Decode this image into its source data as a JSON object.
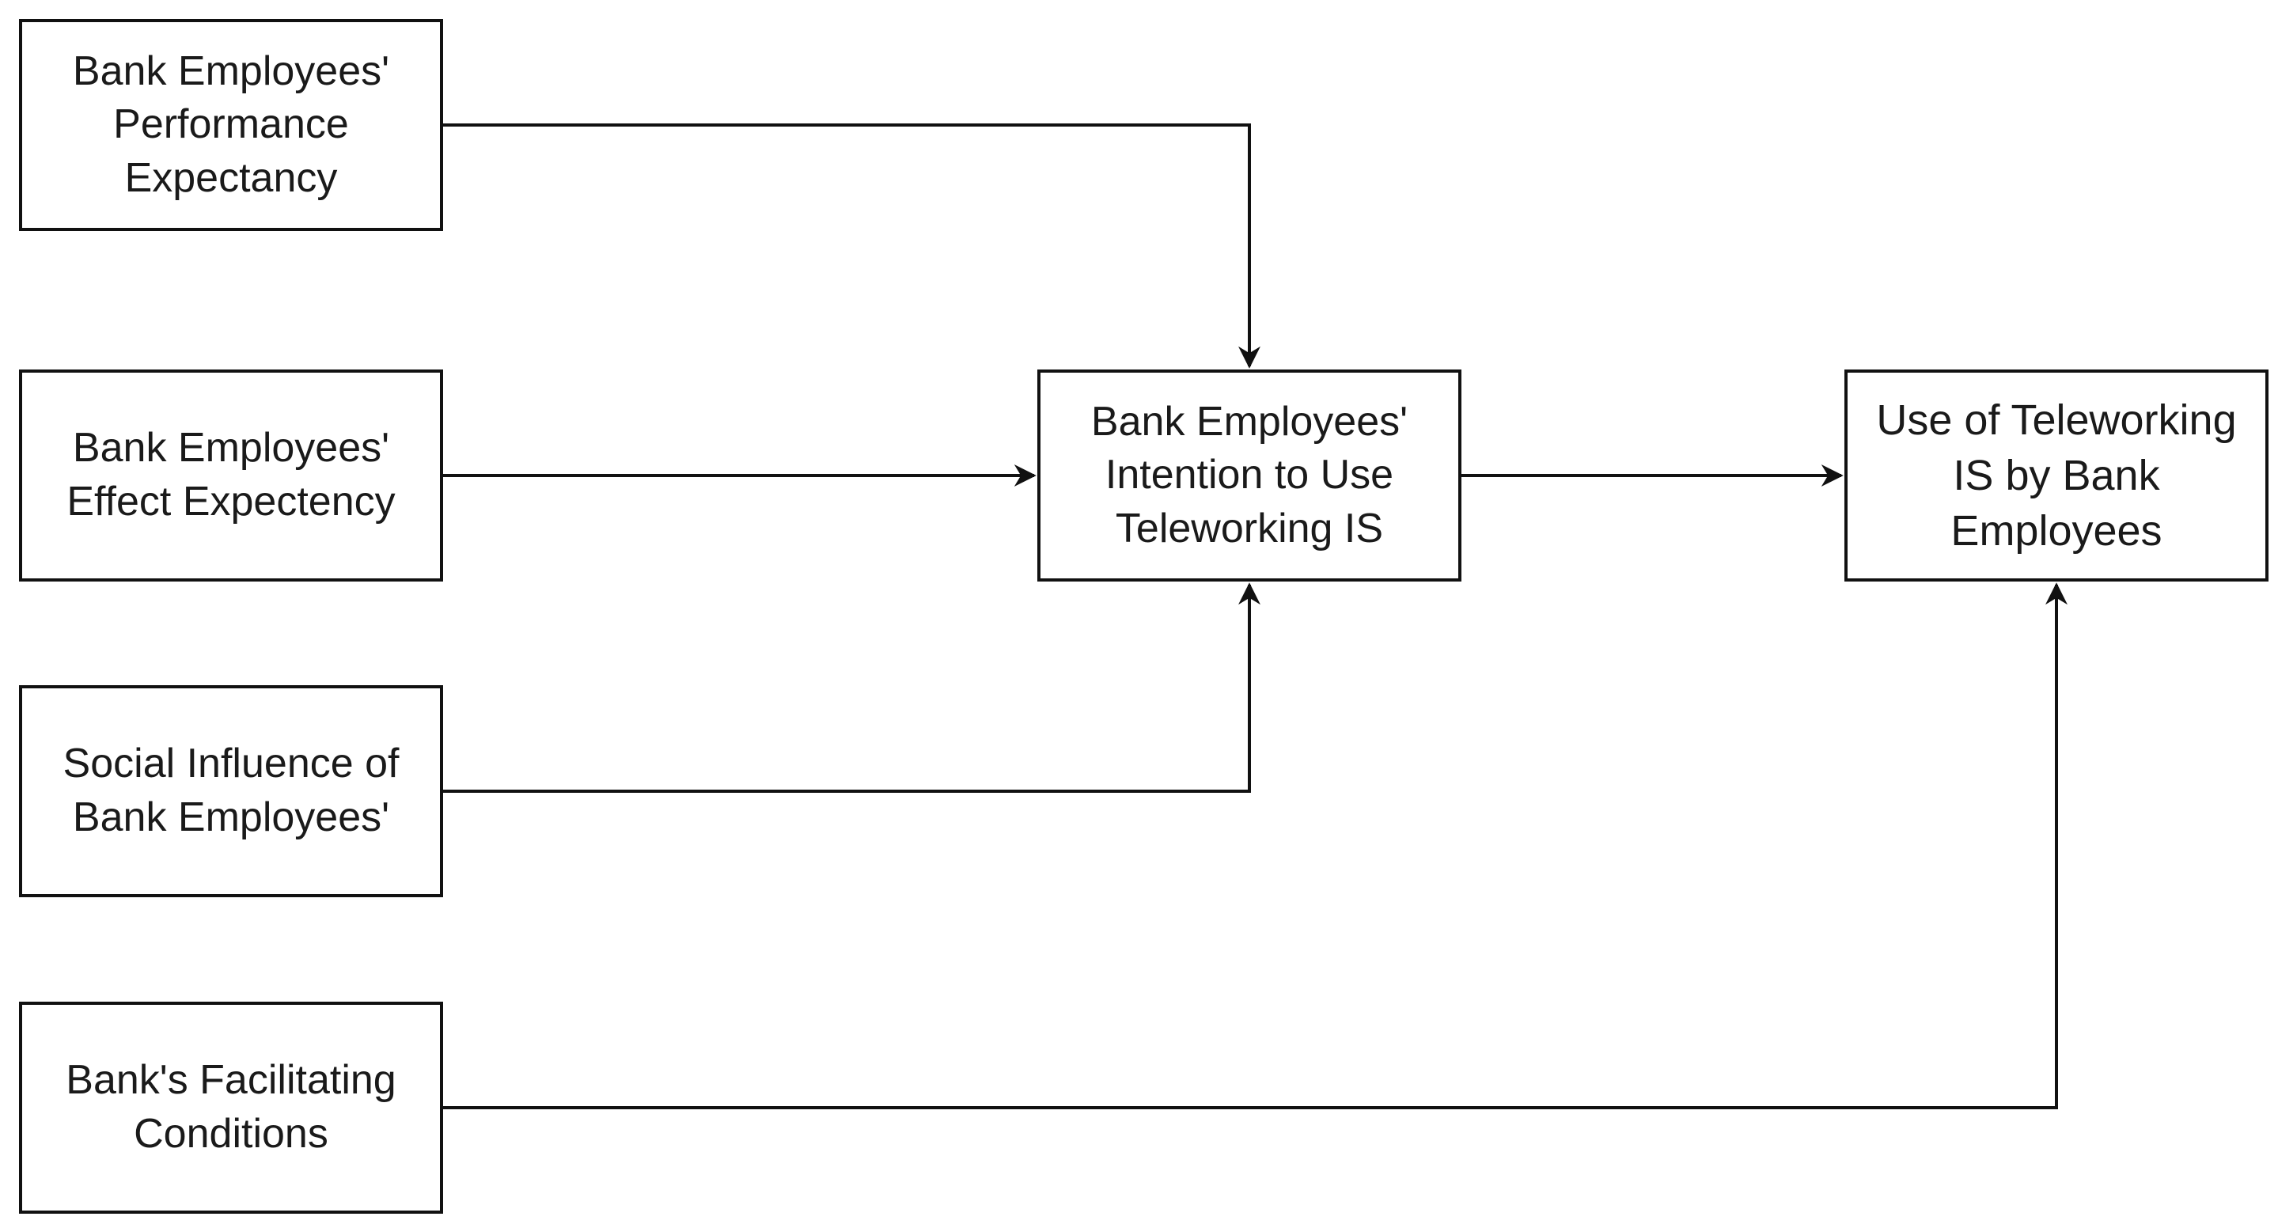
{
  "diagram": {
    "nodes": {
      "performance_expectancy": "Bank Employees'\nPerformance\nExpectancy",
      "effort_expectancy": "Bank Employees'\nEffect Expectency",
      "social_influence": "Social Influence of\nBank Employees'",
      "facilitating_conditions": "Bank's Facilitating\nConditions",
      "behavioral_intention": "Bank Employees'\nIntention to Use\nTeleworking IS",
      "use_behavior": "Use of Teleworking\nIS by Bank\nEmployees"
    },
    "edges": [
      {
        "from": "performance_expectancy",
        "to": "behavioral_intention"
      },
      {
        "from": "effort_expectancy",
        "to": "behavioral_intention"
      },
      {
        "from": "social_influence",
        "to": "behavioral_intention"
      },
      {
        "from": "behavioral_intention",
        "to": "use_behavior"
      },
      {
        "from": "facilitating_conditions",
        "to": "use_behavior"
      }
    ],
    "line_color": "#111111"
  }
}
